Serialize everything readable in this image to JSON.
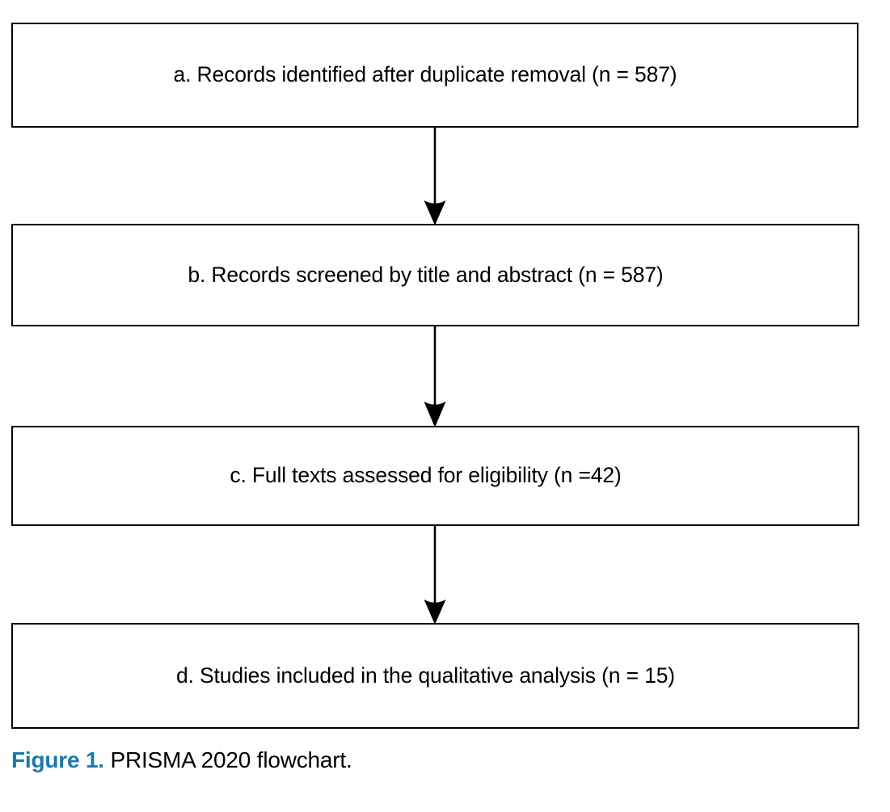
{
  "figure": {
    "type": "flowchart",
    "standard": "PRISMA 2020",
    "caption": {
      "label": "Figure 1.",
      "text": "PRISMA 2020 flowchart.",
      "label_color": "#1a7aab",
      "text_color": "#000000"
    },
    "style": {
      "box_border_color": "#000000",
      "box_fill_color": "#ffffff",
      "arrow_color": "#000000",
      "background_color": "#ffffff"
    },
    "nodes": [
      {
        "id": "a",
        "marker": "a.",
        "label": "a. Records identified after duplicate removal (n = 587)",
        "stage": "identification",
        "count": 587
      },
      {
        "id": "b",
        "marker": "b.",
        "label": "b. Records screened by title and abstract (n = 587)",
        "stage": "screening",
        "count": 587
      },
      {
        "id": "c",
        "marker": "c.",
        "label": "c. Full texts assessed for eligibility (n =42)",
        "stage": "eligibility",
        "count": 42
      },
      {
        "id": "d",
        "marker": "d.",
        "label": "d. Studies included in the qualitative analysis (n = 15)",
        "stage": "included",
        "count": 15
      }
    ],
    "edges": [
      {
        "id": "a-b",
        "from": "a",
        "to": "b",
        "direction": "down",
        "head": "filled-triangle"
      },
      {
        "id": "b-c",
        "from": "b",
        "to": "c",
        "direction": "down",
        "head": "filled-triangle"
      },
      {
        "id": "c-d",
        "from": "c",
        "to": "d",
        "direction": "down",
        "head": "filled-triangle"
      }
    ]
  }
}
